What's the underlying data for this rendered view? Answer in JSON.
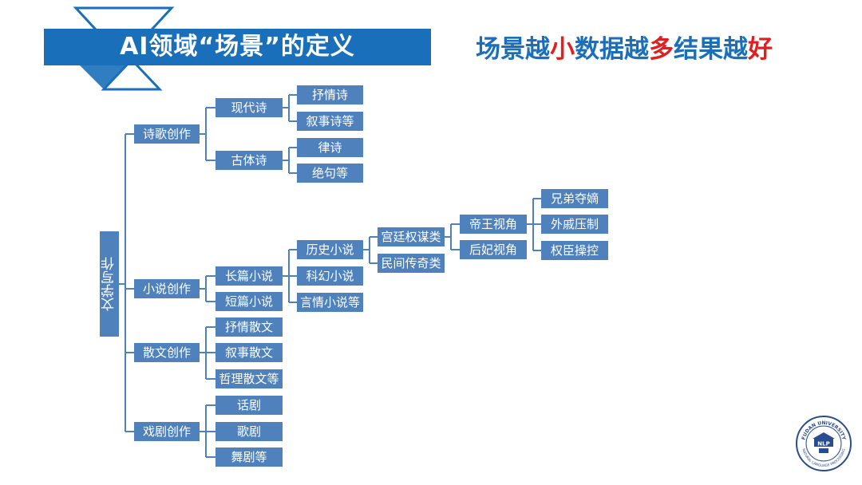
{
  "title": "AI领域“场景”的定义",
  "slogan": {
    "p1": "场景越",
    "p2": "小",
    "p3": "数据越",
    "p4": "多",
    "p5": "结果越",
    "p6": "好"
  },
  "colors": {
    "title_bg": "#1a6fba",
    "node_bg": "#4f81bd",
    "line": "#4f81bd",
    "slogan_blue": "#1a6fba",
    "slogan_red": "#e02020"
  },
  "tree": {
    "root": "文学写作",
    "poetry": {
      "label": "诗歌创作",
      "modern": {
        "label": "现代诗",
        "children": [
          "抒情诗",
          "叙事诗等"
        ]
      },
      "classical": {
        "label": "古体诗",
        "children": [
          "律诗",
          "绝句等"
        ]
      }
    },
    "novel": {
      "label": "小说创作",
      "long": {
        "label": "长篇小说",
        "history": {
          "label": "历史小说",
          "palace": {
            "label": "宫廷权谋类",
            "emperor": {
              "label": "帝王视角",
              "children": [
                "兄弟夺嫡",
                "外戚压制",
                "权臣操控"
              ]
            },
            "consort": {
              "label": "后妃视角"
            }
          },
          "folk": {
            "label": "民间传奇类"
          }
        },
        "scifi": "科幻小说",
        "romance": "言情小说等"
      },
      "short": "短篇小说"
    },
    "prose": {
      "label": "散文创作",
      "children": [
        "抒情散文",
        "叙事散文",
        "哲理散文等"
      ]
    },
    "drama": {
      "label": "戏剧创作",
      "children": [
        "话剧",
        "歌剧",
        "舞剧等"
      ]
    }
  },
  "logo": {
    "top_text": "FUDAN UNIVERSITY",
    "center_text": "NLP",
    "bottom_text": "NATURAL LANGUAGE PROCESSING",
    "icon": "fudan-nlp-seal"
  }
}
